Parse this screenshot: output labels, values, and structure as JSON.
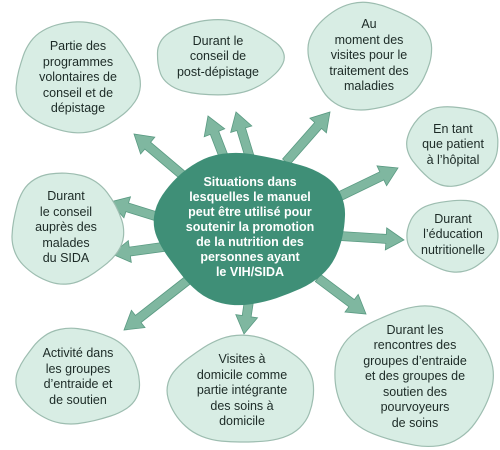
{
  "center_label": "Situations dans\nlesquelles le manuel\npeut être utilisé pour\nsoutenir la promotion\nde la nutrition des\npersonnes ayant\nle VIH/SIDA",
  "situations": [
    {
      "id": "counseling-programs",
      "label": "Partie des\nprogrammes\nvolontaires de\nconseil et de\ndépistage"
    },
    {
      "id": "post-test",
      "label": "Durant le\nconseil de\npost-dépistage"
    },
    {
      "id": "treatment-visits",
      "label": "Au\nmoment des\nvisites pour le\ntraitement des\nmaladies"
    },
    {
      "id": "hospital",
      "label": "En tant\nque patient\nà l’hôpital"
    },
    {
      "id": "nutrition-education",
      "label": "Durant\nl’éducation\nnutritionelle"
    },
    {
      "id": "caregiver-meetings",
      "label": "Durant les\nrencontres des\ngroupes d’entraide\net des groupes de\nsoutien des\npourvoyeurs\nde soins"
    },
    {
      "id": "home-visits",
      "label": "Visites à\ndomicile comme\npartie intégrante\ndes soins à\ndomicile"
    },
    {
      "id": "support-groups",
      "label": "Activité dans\nles groupes\nd’entraide et\nde soutien"
    },
    {
      "id": "aids-patients",
      "label": "Durant\nle conseil\nauprès des\nmalades\ndu SIDA"
    }
  ],
  "colors": {
    "blob_fill": "#d8ede4",
    "blob_stroke": "#9dbdb0",
    "center_fill": "#3f8f77",
    "arrow_fill": "#7fb7a0",
    "arrow_stroke": "#5a9a82"
  }
}
